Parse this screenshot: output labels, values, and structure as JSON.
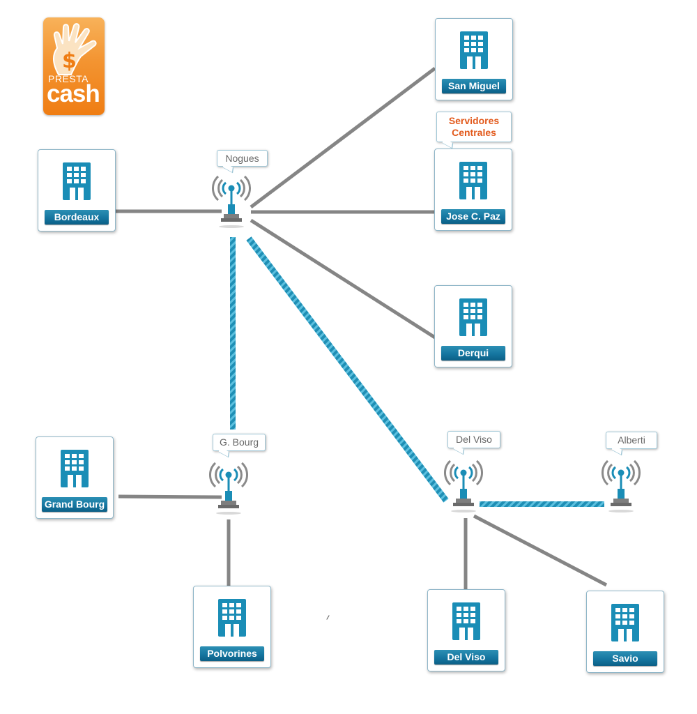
{
  "logo": {
    "line1": "PRESTA",
    "line2": "cash"
  },
  "servers_label": {
    "line1": "Servidores",
    "line2": "Centrales"
  },
  "antennas": {
    "nogues": "Nogues",
    "g_bourg": "G. Bourg",
    "del_viso": "Del Viso",
    "alberti": "Alberti"
  },
  "sites": {
    "san_miguel": "San Miguel",
    "jose_c_paz": "Jose C. Paz",
    "bordeaux": "Bordeaux",
    "derqui": "Derqui",
    "grand_bourg": "Grand Bourg",
    "polvorines": "Polvorines",
    "del_viso": "Del Viso",
    "savio": "Savio"
  },
  "colors": {
    "wired_link": "#858585",
    "wireless_link": "#1f8fb5",
    "accent_blue": "#1576a0",
    "logo_orange": "#f39431",
    "servers_label": "#e2591b"
  }
}
